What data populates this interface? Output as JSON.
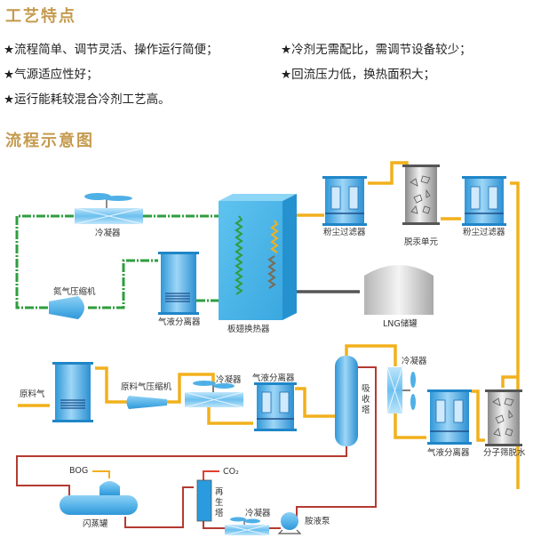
{
  "features_section": {
    "title": "工艺特点",
    "items": [
      "★流程简单、调节灵活、操作运行简便；",
      "★冷剂无需配比，需调节设备较少；",
      "★气源适应性好；",
      "★回流压力低，换热面积大；",
      "★运行能耗较混合冷剂工艺高。"
    ]
  },
  "diagram_section": {
    "title": "流程示意图",
    "labels": {
      "condenser_top": "冷凝器",
      "nitrogen_compressor": "氮气压缩机",
      "gl_separator_top": "气液分离器",
      "plate_fin_hx": "板翅换热器",
      "dust_filter_1": "粉尘过滤器",
      "mercury_removal": "脱汞单元",
      "dust_filter_2": "粉尘过滤器",
      "lng_tank": "LNG储罐",
      "feed_gas": "原料气",
      "feed_compressor": "原料气压缩机",
      "condenser_mid": "冷凝器",
      "gl_separator_mid": "气液分离器",
      "absorber_1": "吸",
      "absorber_2": "收",
      "absorber_3": "塔",
      "condenser_right": "冷凝器",
      "gl_separator_right": "气液分离器",
      "mol_sieve": "分子筛脱水",
      "bog": "BOG",
      "co2": "CO₂",
      "regen_1": "再",
      "regen_2": "生",
      "regen_3": "塔",
      "flash_tank": "闪蒸罐",
      "condenser_bottom": "冷凝器",
      "amine_pump": "胺液泵"
    },
    "colors": {
      "nitrogen_line": "#2e9e3e",
      "gas_line": "#f2b01c",
      "lng_line": "#555555",
      "amine_line": "#b43a32",
      "equipment": "#3aa6e2"
    }
  }
}
